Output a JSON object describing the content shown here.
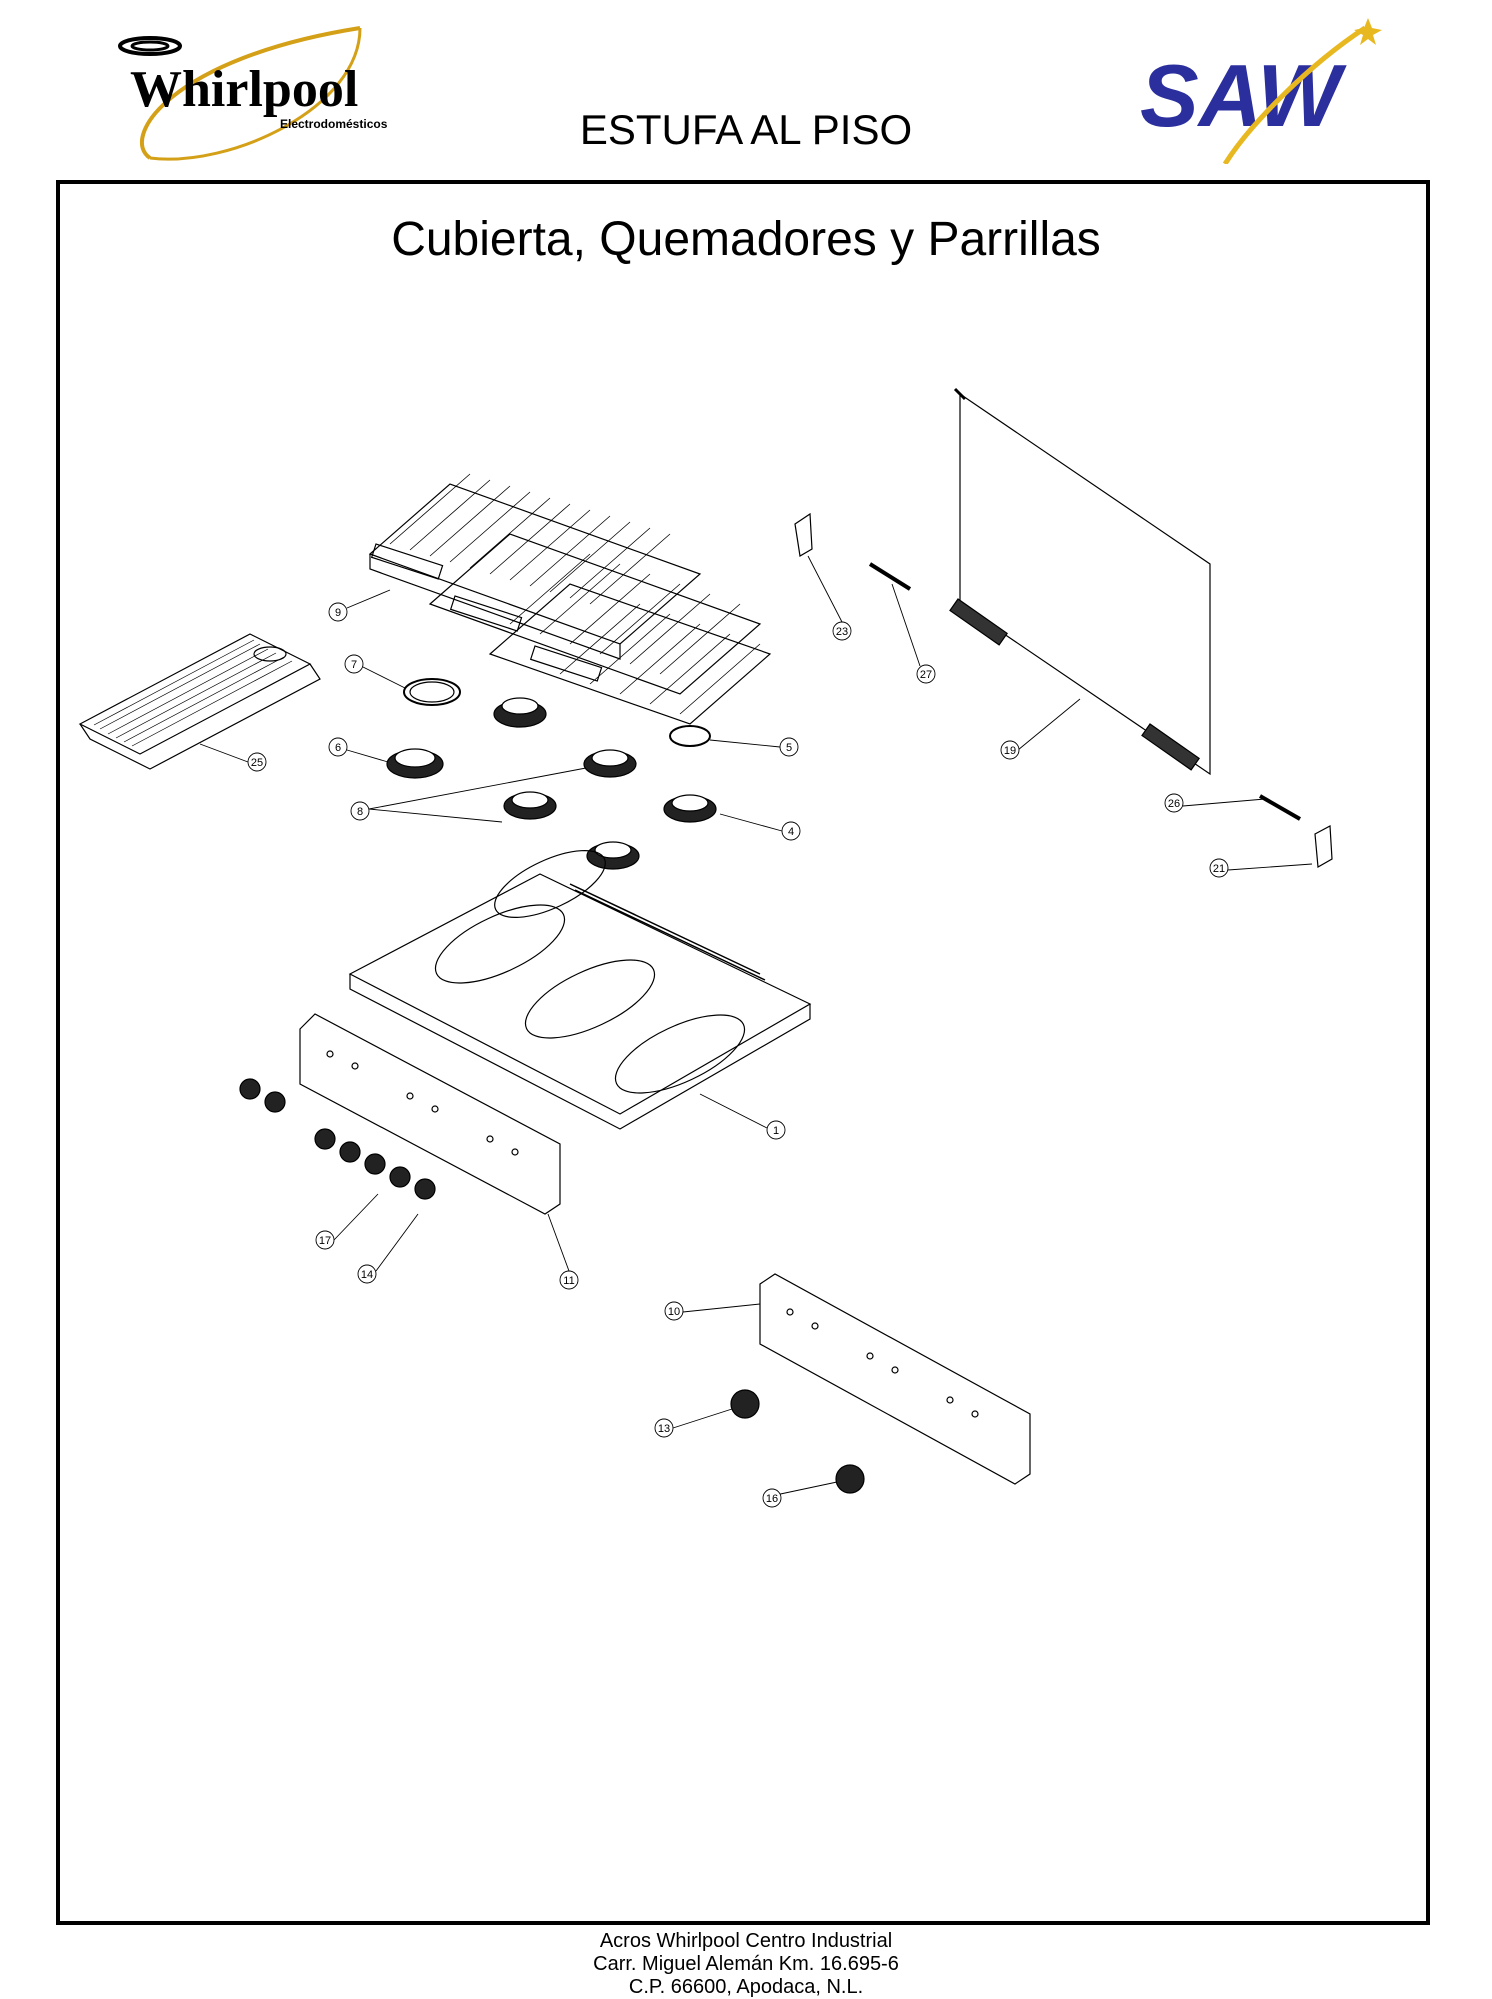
{
  "header": {
    "brand_left": "Whirlpool",
    "brand_left_sub": "Electrodomésticos",
    "brand_right": "SAW",
    "doc_title": "ESTUFA AL PISO"
  },
  "section_title": "Cubierta, Quemadores y Parrillas",
  "callouts": [
    {
      "id": "c9",
      "label": "9"
    },
    {
      "id": "c7",
      "label": "7"
    },
    {
      "id": "c25",
      "label": "25"
    },
    {
      "id": "c6",
      "label": "6"
    },
    {
      "id": "c8",
      "label": "8"
    },
    {
      "id": "c5",
      "label": "5"
    },
    {
      "id": "c4",
      "label": "4"
    },
    {
      "id": "c23",
      "label": "23"
    },
    {
      "id": "c27",
      "label": "27"
    },
    {
      "id": "c19",
      "label": "19"
    },
    {
      "id": "c26",
      "label": "26"
    },
    {
      "id": "c21",
      "label": "21"
    },
    {
      "id": "c1",
      "label": "1"
    },
    {
      "id": "c17",
      "label": "17"
    },
    {
      "id": "c14",
      "label": "14"
    },
    {
      "id": "c11",
      "label": "11"
    },
    {
      "id": "c10",
      "label": "10"
    },
    {
      "id": "c13",
      "label": "13"
    },
    {
      "id": "c16",
      "label": "16"
    }
  ],
  "footer": {
    "line1": "Acros Whirlpool Centro Industrial",
    "line2": "Carr. Miguel Alemán Km. 16.695-6",
    "line3": "C.P. 66600, Apodaca, N.L."
  },
  "colors": {
    "whirlpool_gold": "#d4a017",
    "saw_blue": "#2b2f9e",
    "saw_star": "#e8b820"
  }
}
